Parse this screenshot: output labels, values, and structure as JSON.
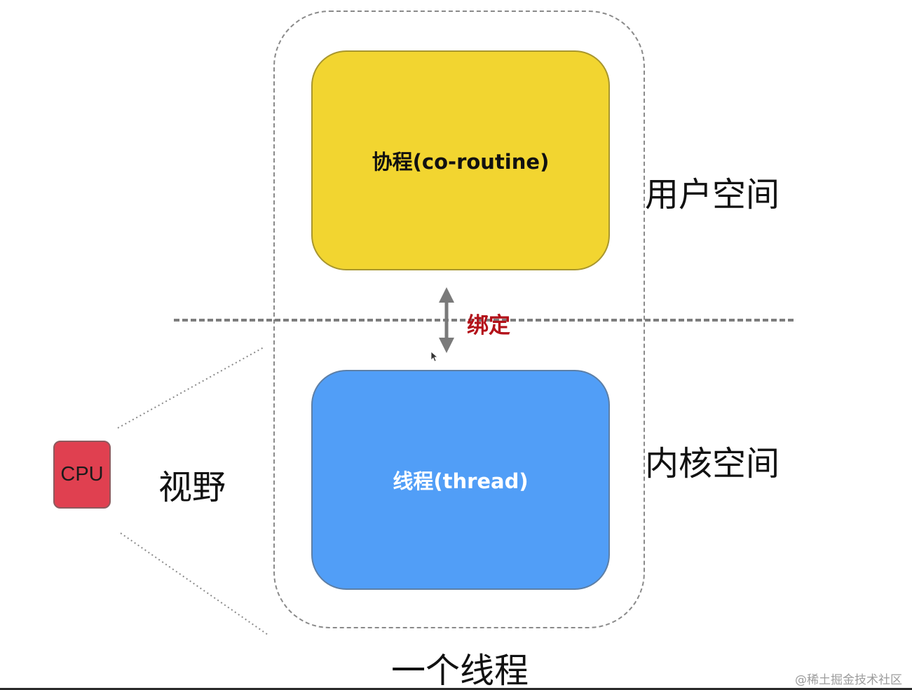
{
  "diagram": {
    "coroutine_label": "协程(co-routine)",
    "thread_label": "线程(thread)",
    "user_space_label": "用户空间",
    "kernel_space_label": "内核空间",
    "bind_label": "绑定",
    "cpu_label": "CPU",
    "view_label": "视野",
    "one_thread_label": "一个线程",
    "watermark": "@稀土掘金技术社区"
  },
  "colors": {
    "coroutine_fill": "#f2d530",
    "thread_fill": "#519ef7",
    "cpu_fill": "#e04050",
    "bind_text": "#b3121a",
    "divider": "#7d7d7d",
    "arrow": "#7a7a7a"
  },
  "icons": {
    "bind_arrow": "double-arrow-vertical-icon",
    "pointer": "mouse-cursor-icon"
  }
}
